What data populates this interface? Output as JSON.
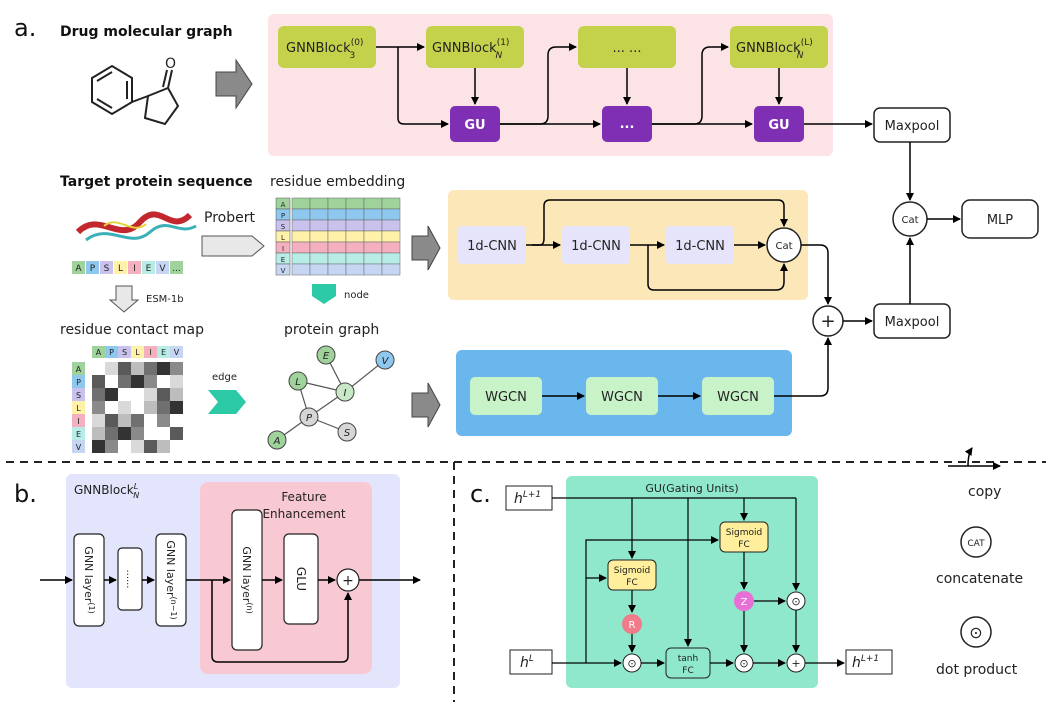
{
  "panel_a": {
    "tag": "a.",
    "drug_title": "Drug molecular graph",
    "gnn_block_0": "GNNBlock",
    "gnn_block_0_sup": "(0)",
    "gnn_block_0_sub": "3",
    "gnn_block_1": "GNNBlock",
    "gnn_block_1_sup": "(1)",
    "gnn_block_1_sub": "N",
    "gnn_block_dots": "... ...",
    "gnn_block_L": "GNNBlock",
    "gnn_block_L_sup": "(L)",
    "gnn_block_L_sub": "N",
    "gu": "GU",
    "gu_dots": "...",
    "maxpool": "Maxpool",
    "cat": "Cat",
    "mlp": "MLP",
    "target_title": "Target protein sequence",
    "probert": "Probert",
    "residue_embedding": "residue embedding",
    "esm": "ESM-1b",
    "node": "node",
    "protein_graph": "protein graph",
    "contact_map": "residue contact map",
    "edge": "edge",
    "seq_letters": [
      "A",
      "P",
      "S",
      "L",
      "I",
      "E",
      "V",
      "..."
    ],
    "map_letters": [
      "A",
      "P",
      "S",
      "L",
      "I",
      "E",
      "V"
    ],
    "cnn": "1d-CNN",
    "wgcn": "WGCN",
    "plus": "+",
    "graph_nodes": [
      "E",
      "V",
      "L",
      "I",
      "P",
      "A",
      "S"
    ]
  },
  "panel_b": {
    "tag": "b.",
    "block_title": "GNNBlock",
    "block_title_sup": "L",
    "block_title_sub": "N",
    "feature_enh_1": "Feature",
    "feature_enh_2": "Enhancement",
    "gnn_layer_1": "GNN layer",
    "gnn_layer_1_sup": "(1)",
    "dots": "......",
    "gnn_layer_n1": "GNN layer",
    "gnn_layer_n1_sup": "(n−1)",
    "gnn_layer_n": "GNN layer",
    "gnn_layer_n_sup": "(n)",
    "glu": "GLU",
    "plus": "+"
  },
  "panel_c": {
    "tag": "c.",
    "title": "GU(Gating Units)",
    "h_top": "h",
    "h_top_sup": "L+1",
    "h_in": "h",
    "h_in_sup": "L",
    "h_out": "h",
    "h_out_sup": "L+1",
    "sigmoid": "Sigmoid",
    "fc": "FC",
    "tanh": "tanh",
    "r": "R",
    "z": "Z",
    "odot": "⊙",
    "plus": "+"
  },
  "legend": {
    "copy": "copy",
    "cat_symbol": "CAT",
    "concatenate": "concatenate",
    "dot_symbol": "⊙",
    "dot_product": "dot product"
  },
  "colors": {
    "pink_bg": "#fbe3e6",
    "yellow_bg": "#fbe7b8",
    "blue_bg": "#6ab7ee",
    "lavender": "#e6e4fa",
    "green_box": "#c3d24a",
    "purple": "#7e2fb3",
    "wgcn_box": "#c8f2c8",
    "gu_bg": "#8fe8cc",
    "panel_b_bg": "#e2e5fb",
    "panel_b_pink": "#f8c9d2",
    "sigmoid_fill": "#ffef9c",
    "r_fill": "#f07b8b",
    "z_fill": "#e86fd6",
    "teal_arrow": "#2cc9a6"
  }
}
